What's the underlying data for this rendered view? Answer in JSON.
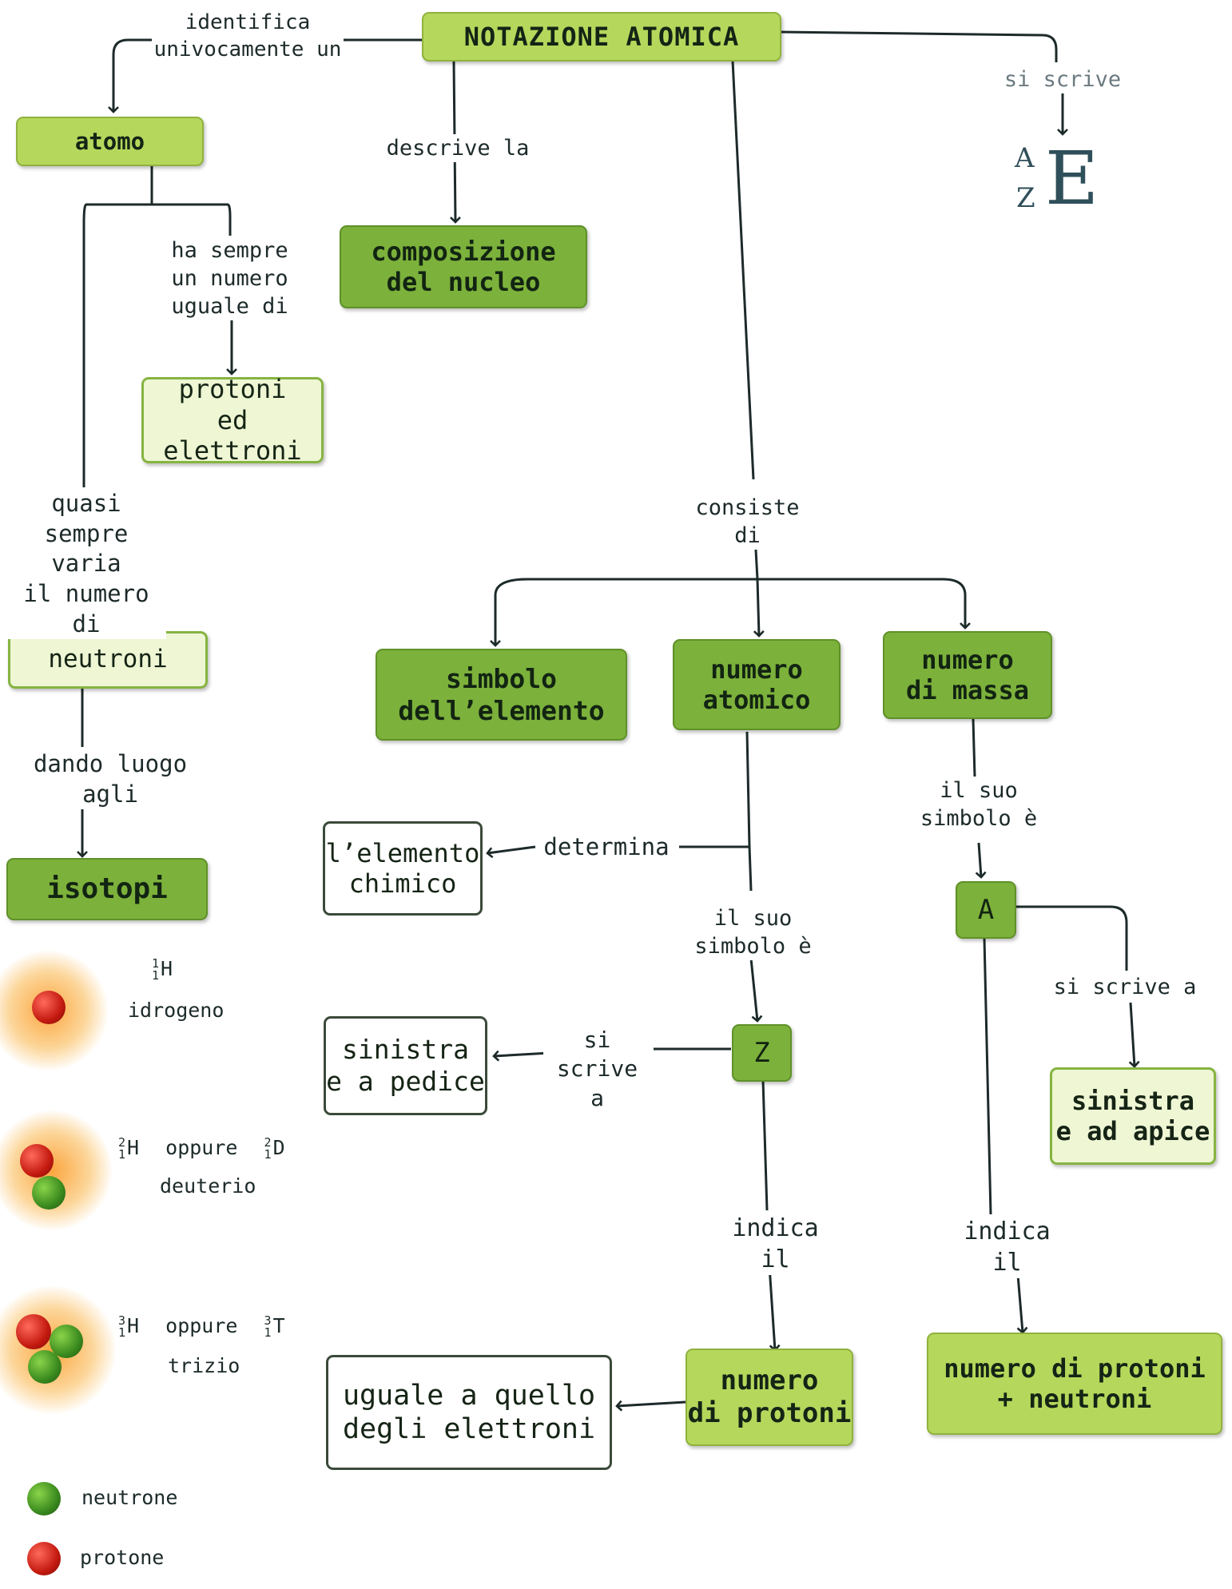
{
  "nodes": {
    "root": "NOTAZIONE ATOMICA",
    "atomo": "atomo",
    "composizione": "composizione\ndel nucleo",
    "protoni_elettroni": "protoni\ned elettroni",
    "neutroni": "neutroni",
    "isotopi": "isotopi",
    "simbolo": "simbolo\ndell’elemento",
    "numero_atomico": "numero\natomico",
    "numero_massa": "numero\ndi massa",
    "elemento_chimico": "l’elemento\nchimico",
    "Z": "Z",
    "A": "A",
    "sinistra_pedice": "sinistra\ne a pedice",
    "sinistra_apice": "sinistra\ne ad apice",
    "uguale": "uguale a quello\ndegli elettroni",
    "numero_protoni": "numero\ndi protoni",
    "protoni_neutroni": "numero di protoni\n+ neutroni"
  },
  "labels": {
    "identifica": "identifica\nunivocamente un",
    "descrive": "descrive la",
    "si_scrive_top": "si scrive",
    "ha_sempre": "ha sempre\nun numero\nuguale di",
    "quasi_sempre": "quasi sempre\nvaria\nil numero di",
    "consiste": "consiste di",
    "dando": "dando luogo agli",
    "determina": "determina",
    "il_suo_z": "il suo\nsimbolo è",
    "il_suo_a": "il suo\nsimbolo è",
    "si_scrive_a_left": "si scrive\na",
    "si_scrive_a_right": "si scrive a",
    "indica_left": "indica il",
    "indica_right": "indica il"
  },
  "formula": {
    "mass": "A",
    "atomic": "Z",
    "symbol": "E"
  },
  "isotopes": [
    {
      "notation": "¹₁H",
      "element": "H",
      "mass": "1",
      "z": "1",
      "alt": "",
      "name": "idrogeno",
      "protons": 1,
      "neutrons": 0
    },
    {
      "element": "H",
      "mass": "2",
      "z": "1",
      "oppure": "oppure",
      "alt_element": "D",
      "name": "deuterio",
      "protons": 1,
      "neutrons": 1
    },
    {
      "element": "H",
      "mass": "3",
      "z": "1",
      "oppure": "oppure",
      "alt_element": "T",
      "name": "trizio",
      "protons": 1,
      "neutrons": 2
    }
  ],
  "legend": {
    "neutron": "neutrone",
    "proton": "protone"
  },
  "colors": {
    "dark_box": "#7cb13b",
    "lime_box": "#b5d85c",
    "pale_box": "#eef6d4",
    "proton": "#c41a10",
    "neutron": "#3a8a1e"
  }
}
